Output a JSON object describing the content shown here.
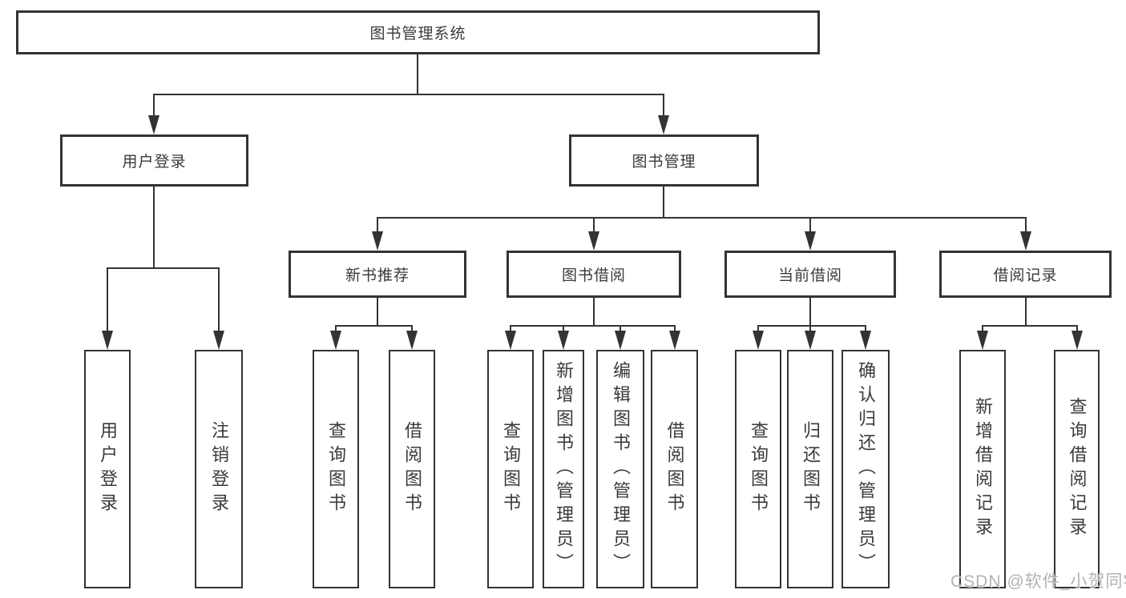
{
  "tree": {
    "label": "图书管理系统",
    "children": [
      {
        "label": "用户登录",
        "children": [
          {
            "label": "用户登录"
          },
          {
            "label": "注销登录"
          }
        ]
      },
      {
        "label": "图书管理",
        "children": [
          {
            "label": "新书推荐",
            "children": [
              {
                "label": "查询图书"
              },
              {
                "label": "借阅图书"
              }
            ]
          },
          {
            "label": "图书借阅",
            "children": [
              {
                "label": "查询图书"
              },
              {
                "label": "新增图书（管理员）"
              },
              {
                "label": "编辑图书（管理员）"
              },
              {
                "label": "借阅图书"
              }
            ]
          },
          {
            "label": "当前借阅",
            "children": [
              {
                "label": "查询图书"
              },
              {
                "label": "归还图书"
              },
              {
                "label": "确认归还（管理员）"
              }
            ]
          },
          {
            "label": "借阅记录",
            "children": [
              {
                "label": "新增借阅记录"
              },
              {
                "label": "查询借阅记录"
              }
            ]
          }
        ]
      }
    ]
  },
  "watermark": {
    "text": "CSDN @软件_小贺同学"
  },
  "colors": {
    "line": "#333333",
    "node_border": "#333333",
    "text": "#3a3a3a",
    "watermark": "#a4a4a4",
    "background": "#ffffff"
  }
}
